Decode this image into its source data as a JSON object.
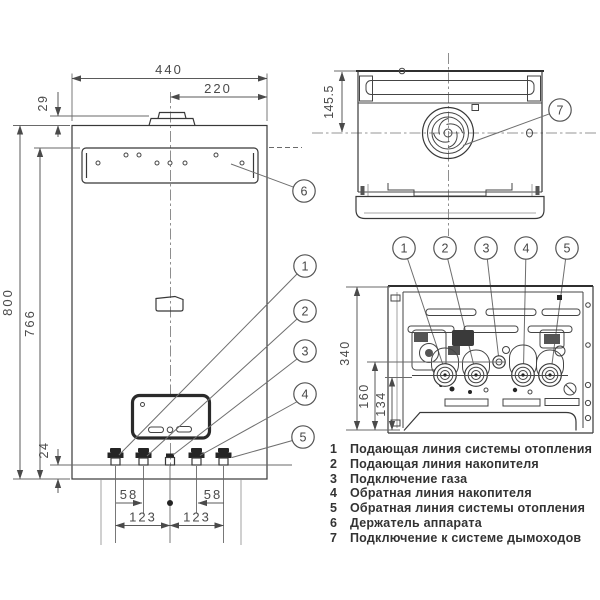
{
  "colors": {
    "line": "#383838",
    "dim_text": "#4a4a4a",
    "dark_fill": "#242424",
    "legend_text": "#333333"
  },
  "front_view": {
    "dims": {
      "total_width": "440",
      "half_width": "220",
      "top_offset": "29",
      "total_height": "800",
      "bracket_height": "766",
      "bottom_offset": "24",
      "inner_left": "58",
      "inner_right": "58",
      "outer_left": "123",
      "outer_right": "123"
    },
    "callouts": [
      "1",
      "2",
      "3",
      "4",
      "5"
    ],
    "bracket_callout": "6"
  },
  "top_view": {
    "dims": {
      "flue_center": "145.5"
    },
    "callout": "7"
  },
  "bottom_view": {
    "dims": {
      "total_depth": "340",
      "gas_line_depth": "160",
      "pipe_line_depth": "134"
    },
    "callouts": [
      "1",
      "2",
      "3",
      "4",
      "5"
    ]
  },
  "legend": {
    "items": [
      {
        "num": "1",
        "label": "Подающая линия системы отопления"
      },
      {
        "num": "2",
        "label": "Подающая линия накопителя"
      },
      {
        "num": "3",
        "label": "Подключение газа"
      },
      {
        "num": "4",
        "label": "Обратная линия накопителя"
      },
      {
        "num": "5",
        "label": "Обратная линия системы отопления"
      },
      {
        "num": "6",
        "label": "Держатель аппарата"
      },
      {
        "num": "7",
        "label": "Подключение к системе дымоходов"
      }
    ]
  }
}
